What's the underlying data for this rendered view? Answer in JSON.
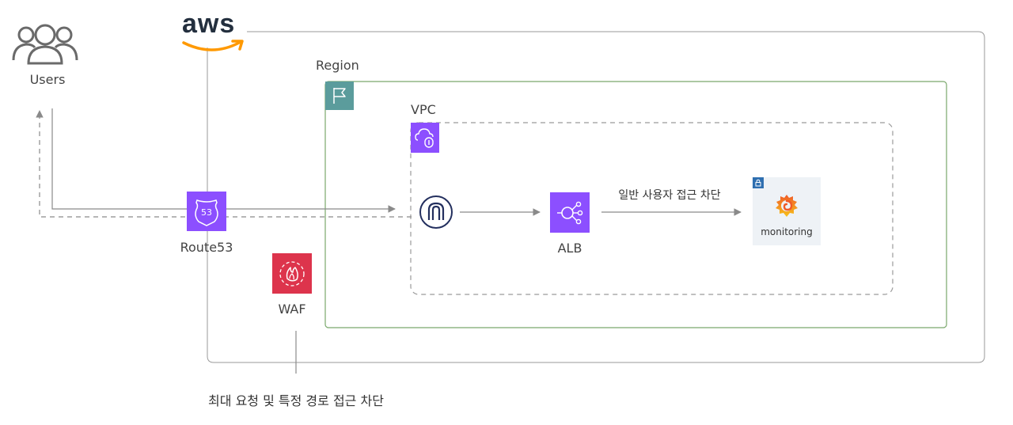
{
  "users": {
    "label": "Users",
    "icon": "users-icon"
  },
  "aws": {
    "logo_text": "aws",
    "icon": "aws-logo"
  },
  "region": {
    "label": "Region",
    "icon": "region-flag-icon",
    "border_color": "#7aa86c"
  },
  "vpc": {
    "label": "VPC",
    "icon": "vpc-icon",
    "accent": "#8c4fff"
  },
  "route53": {
    "label": "Route53",
    "badge": "53",
    "icon": "route53-icon",
    "color": "#8c4fff"
  },
  "waf": {
    "label": "WAF",
    "icon": "waf-icon",
    "color": "#dd344c"
  },
  "gateway": {
    "icon": "internet-gateway-icon"
  },
  "alb": {
    "label": "ALB",
    "icon": "alb-icon",
    "color": "#8c4fff"
  },
  "monitoring": {
    "label": "monitoring",
    "icon": "grafana-icon",
    "lock_icon": "lock-icon"
  },
  "annotations": {
    "alb_to_monitoring": "일반 사용자 접근 차단",
    "waf_note": "최대 요청 및 특정 경로 접근 차단"
  }
}
